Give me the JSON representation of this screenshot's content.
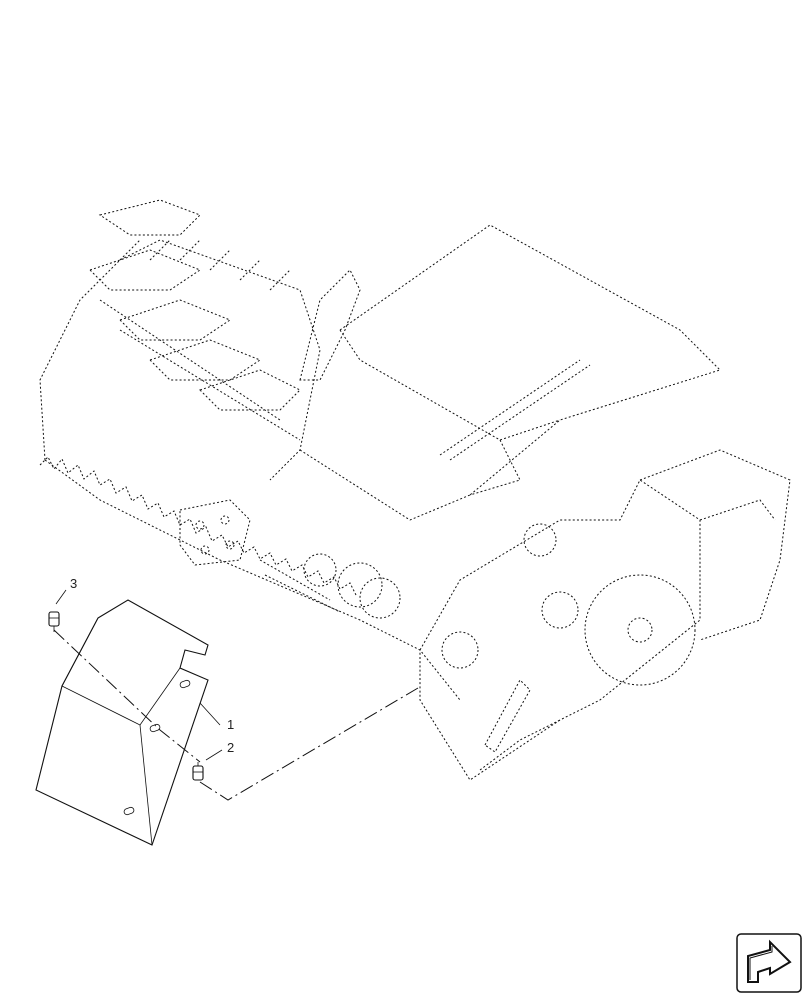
{
  "callouts": [
    {
      "id": "1",
      "label": "1"
    },
    {
      "id": "2",
      "label": "2"
    },
    {
      "id": "3",
      "label": "3"
    }
  ],
  "icons": {
    "nav": "next-page-arrow-icon"
  },
  "colors": {
    "line": "#111111",
    "background": "#ffffff"
  }
}
